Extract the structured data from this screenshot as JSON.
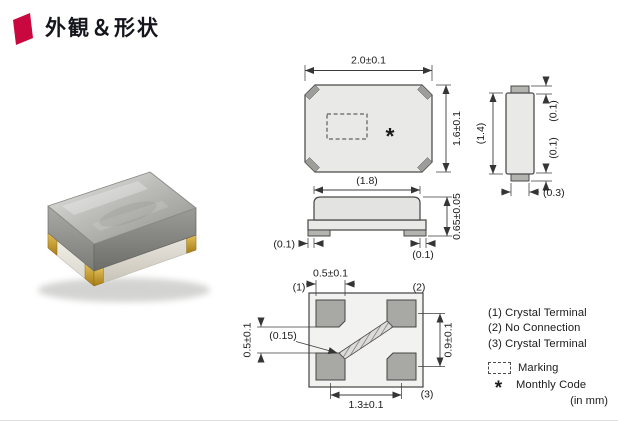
{
  "colors": {
    "accent": "#c9083f"
  },
  "header": {
    "icon": "red-parallelogram-bullet",
    "title": "外観＆形状"
  },
  "views": {
    "top": {
      "width": "2.0±0.1",
      "height": "1.6±0.1",
      "monthly_code_mark": "*"
    },
    "side": {
      "top_terminal_thickness": "(0.1)",
      "body_height": "(1.4)",
      "bottom_terminal_thickness": "(0.1)",
      "terminal_width": "(0.3)"
    },
    "front": {
      "lid_width": "(1.8)",
      "height": "0.65±0.05",
      "left_margin": "(0.1)",
      "right_margin": "(0.1)"
    },
    "bottom": {
      "pad_width": "0.5±0.1",
      "pad_gap": "0.5±0.1",
      "row_pitch": "0.9±0.1",
      "col_pitch": "1.3±0.1",
      "pad_chamfer": "(0.15)",
      "pin_labels": [
        "(1)",
        "(2)",
        "(3)"
      ]
    }
  },
  "legend": {
    "pins": [
      "(1) Crystal Terminal",
      "(2) No Connection",
      "(3) Crystal Terminal"
    ],
    "marking_label": "Marking",
    "monthly_code_mark": "*",
    "monthly_code_label": "Monthly Code",
    "unit_note": "(in mm)"
  }
}
